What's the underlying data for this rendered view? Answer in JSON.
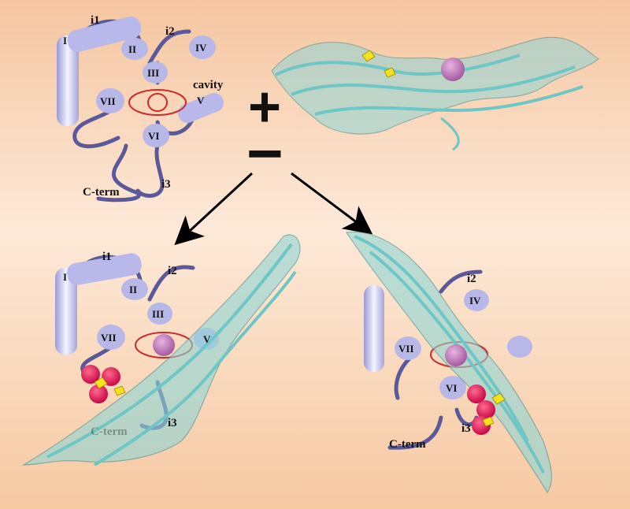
{
  "panels": {
    "top": {
      "helices": [
        "I",
        "II",
        "III",
        "IV",
        "V",
        "VI",
        "VII"
      ],
      "loops": [
        "i1",
        "i2",
        "i3"
      ],
      "cavity": "cavity",
      "terminus": "C-term"
    },
    "bottom_left": {
      "helices": [
        "I",
        "II",
        "III",
        "VII",
        "V"
      ],
      "loops": [
        "i1",
        "i2",
        "i3"
      ],
      "terminus": "C-term"
    },
    "bottom_right": {
      "helices": [
        "IV",
        "VI",
        "VII"
      ],
      "loops": [
        "i2",
        "i3"
      ],
      "terminus": "C-term"
    }
  },
  "symbols": {
    "plus": "+",
    "minus": "−"
  },
  "colors": {
    "background_top": "#f7c9a3",
    "background_mid": "#fbe6d2",
    "background_bottom": "#f8cfa8",
    "helix": "#b8b8e8",
    "helix_dark": "#8c8cc8",
    "loop": "#5a5a9a",
    "cavity_ring": "#cc2a2a",
    "ribbon": "#8fd6d6",
    "ribbon_edge": "#3f8f94",
    "ligand_sphere": "#d47ab8",
    "contact_spheres": "#e8145a",
    "disulfide": "#f5e21a",
    "arrow": "#000000"
  },
  "icons": [
    "protein-ribbon-icon",
    "helix-cylinder-icon",
    "arrow-icon"
  ]
}
